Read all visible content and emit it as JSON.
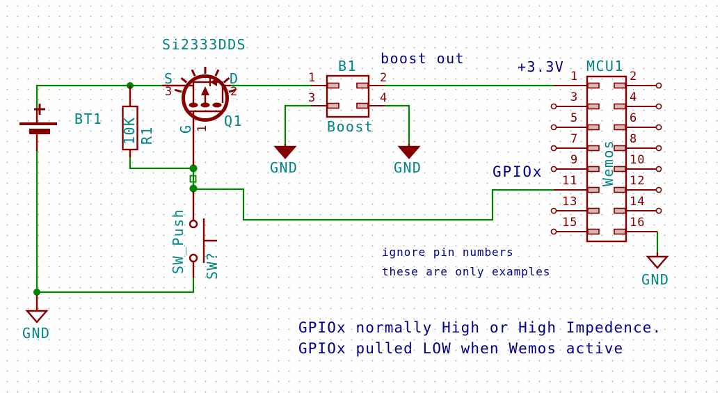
{
  "colors": {
    "wire_green": "#008400",
    "symbol_dark_red": "#840000",
    "reference_teal": "#008484",
    "note_navy": "#000084",
    "grid_dot_gray": "#b5b5b5",
    "background": "#fefefe"
  },
  "components": {
    "battery": {
      "ref": "BT1"
    },
    "resistor": {
      "value": "10K",
      "ref": "R1"
    },
    "mosfet": {
      "value": "Si2333DDS",
      "ref": "Q1",
      "source_name": "S",
      "source_num": "3",
      "drain_name": "D",
      "drain_num": "2",
      "gate_name": "G",
      "gate_num": "1"
    },
    "boost": {
      "ref": "B1",
      "value": "Boost",
      "pins": [
        "1",
        "2",
        "3",
        "4"
      ]
    },
    "mcu": {
      "ref": "MCU1",
      "value": "Wemos",
      "left_pins": [
        "1",
        "3",
        "5",
        "7",
        "9",
        "11",
        "13",
        "15"
      ],
      "right_pins": [
        "2",
        "4",
        "6",
        "8",
        "10",
        "12",
        "14",
        "16"
      ]
    },
    "switch": {
      "value": "SW_Push",
      "ref": "SW?"
    }
  },
  "power": {
    "gnd": [
      "GND",
      "GND",
      "GND",
      "GND"
    ]
  },
  "net_labels": {
    "boost_out": "boost out",
    "plus33v": "+3.3V",
    "gpiox": "GPIOx"
  },
  "notes": {
    "line1": "ignore pin numbers",
    "line2": "these are only examples",
    "line3": "GPIOx normally High or High Impedence.",
    "line4": "GPIOx pulled LOW when Wemos active"
  }
}
